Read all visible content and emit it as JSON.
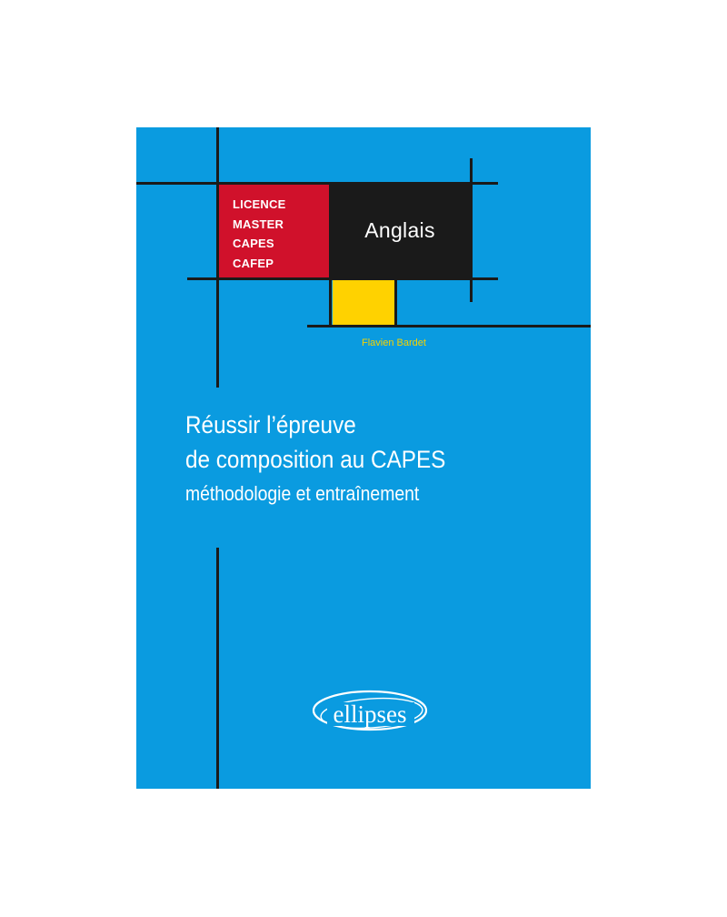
{
  "cover": {
    "background_color": "#0a9be0",
    "levels": [
      "LICENCE",
      "MASTER",
      "CAPES",
      "CAFEP"
    ],
    "subject": "Anglais",
    "author": "Flavien Bardet",
    "title_lines": [
      "Réussir l’épreuve",
      "de composition au CAPES"
    ],
    "subtitle": "méthodologie et entraînement",
    "publisher_logo": "ellipses",
    "colors": {
      "red": "#d0112b",
      "black": "#1a1a1a",
      "yellow": "#ffd200",
      "author_text": "#f5d200"
    }
  }
}
